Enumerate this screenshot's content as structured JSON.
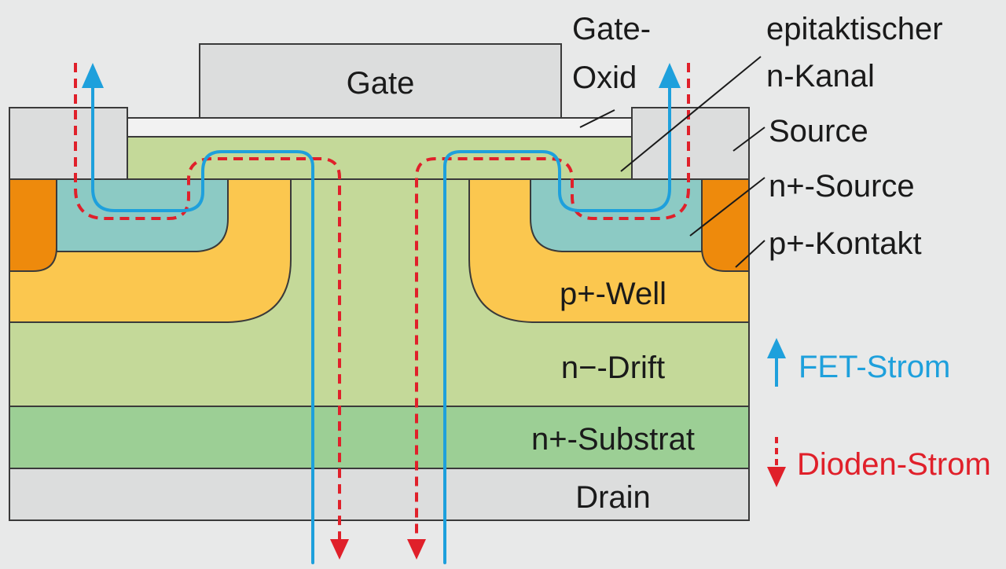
{
  "labels": {
    "gate": "Gate",
    "gate_oxid_line1": "Gate-",
    "gate_oxid_line2": "Oxid",
    "epi_line1": "epitaktischer",
    "epi_line2": "n-Kanal",
    "source": "Source",
    "n_plus_source": "n+-Source",
    "p_plus_kontakt": "p+-Kontakt",
    "p_plus_well": "p+-Well",
    "n_minus_drift": "n−-Drift",
    "n_plus_substrat": "n+-Substrat",
    "drain": "Drain"
  },
  "legend": {
    "fet": "FET-Strom",
    "diode": "Dioden-Strom"
  },
  "colors": {
    "background": "#e8e9e9",
    "metal": "#dcdddd",
    "oxide": "#f2f2f2",
    "epi_drift": "#c4d999",
    "substrate": "#9ccf95",
    "p_well": "#fbc74f",
    "p_contact": "#ee8a0c",
    "n_source": "#8ccac4",
    "fet_current": "#1ea0dc",
    "diode_current": "#e0202a"
  }
}
